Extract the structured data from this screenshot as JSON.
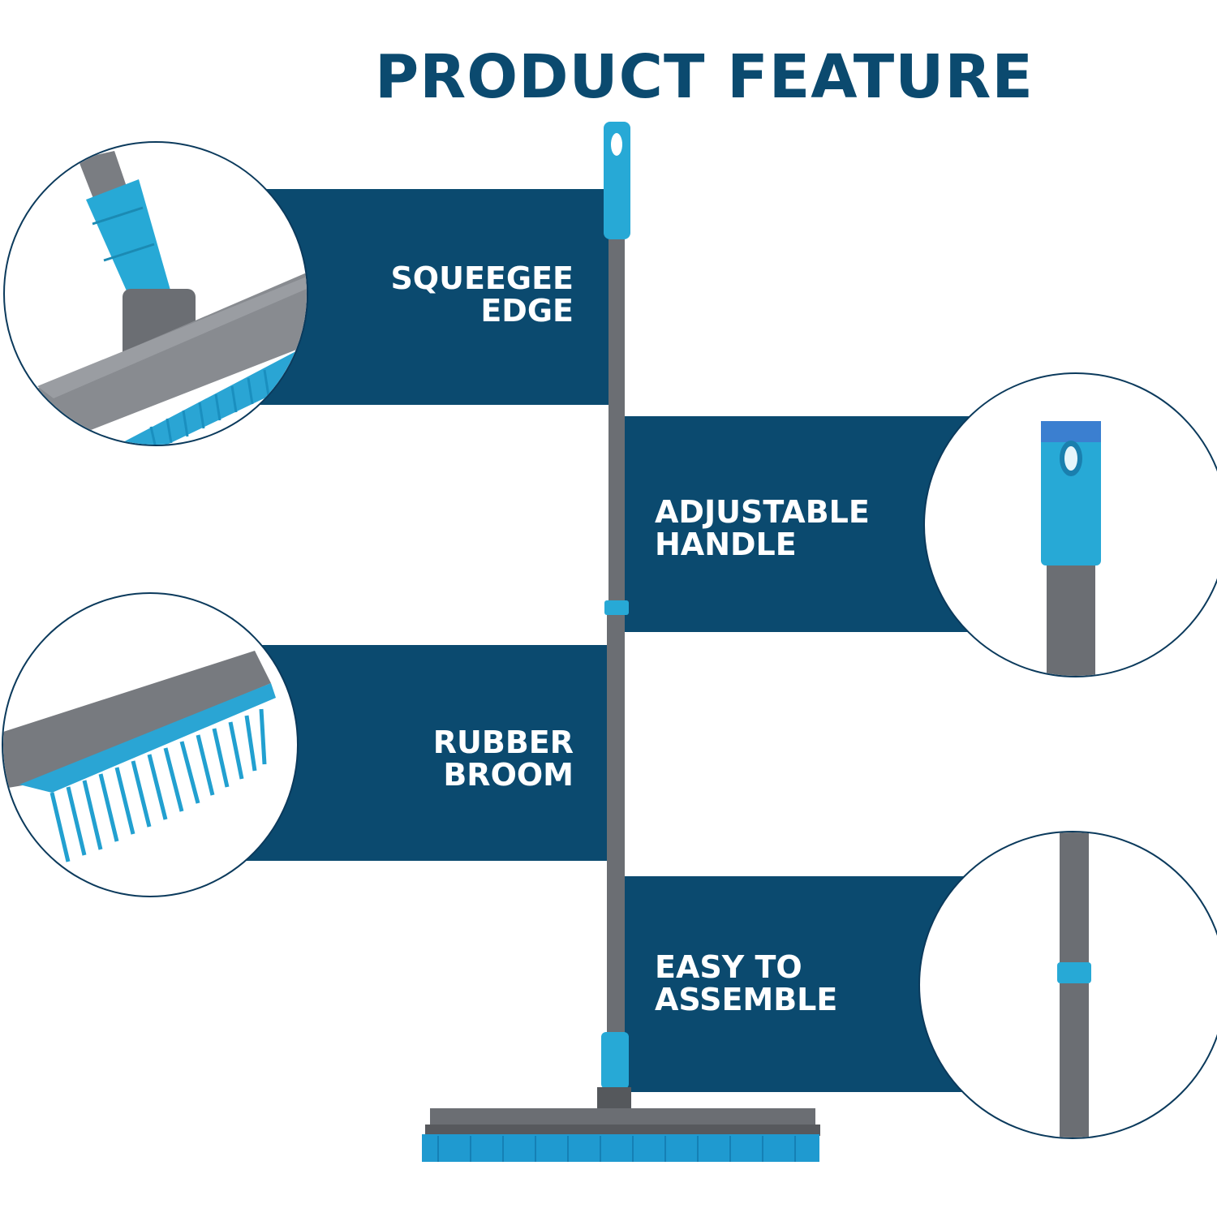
{
  "title": "PRODUCT FEATURE",
  "features": [
    {
      "line1": "SQUEEGEE",
      "line2": "EDGE"
    },
    {
      "line1": "ADJUSTABLE",
      "line2": "HANDLE"
    },
    {
      "line1": "RUBBER",
      "line2": "BROOM"
    },
    {
      "line1": "EASY TO",
      "line2": "ASSEMBLE"
    }
  ],
  "colors": {
    "navy": "#0b4a6f",
    "accent": "#21a8d8",
    "grey": "#6b6e73"
  }
}
